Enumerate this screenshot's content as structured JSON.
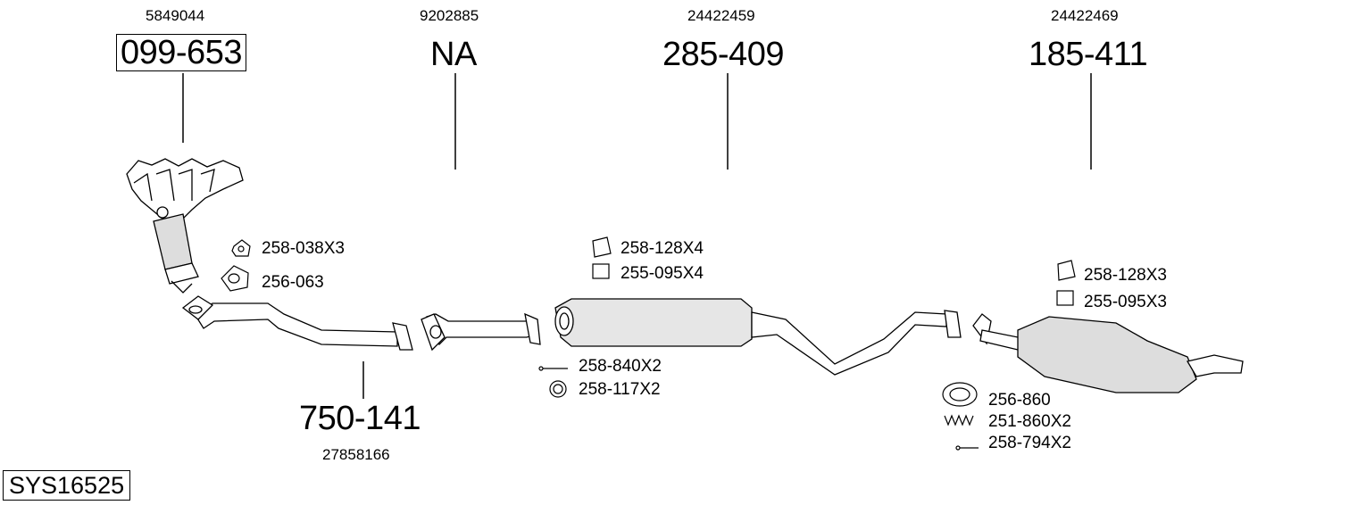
{
  "diagram": {
    "system_code": "SYS16525",
    "parts": [
      {
        "oem": "5849044",
        "ref": "099-653"
      },
      {
        "oem": "9202885",
        "ref": "NA"
      },
      {
        "oem": "24422459",
        "ref": "285-409"
      },
      {
        "oem": "24422469",
        "ref": "185-411"
      },
      {
        "oem": "27858166",
        "ref": "750-141"
      }
    ],
    "accessories": {
      "manifold": [
        "258-038X3",
        "256-063"
      ],
      "middle": [
        "258-128X4",
        "255-095X4"
      ],
      "middle_clamps": [
        "258-840X2",
        "258-117X2"
      ],
      "rear": [
        "258-128X3",
        "255-095X3"
      ],
      "rear_fittings": [
        "256-860",
        "251-860X2",
        "258-794X2"
      ]
    }
  }
}
